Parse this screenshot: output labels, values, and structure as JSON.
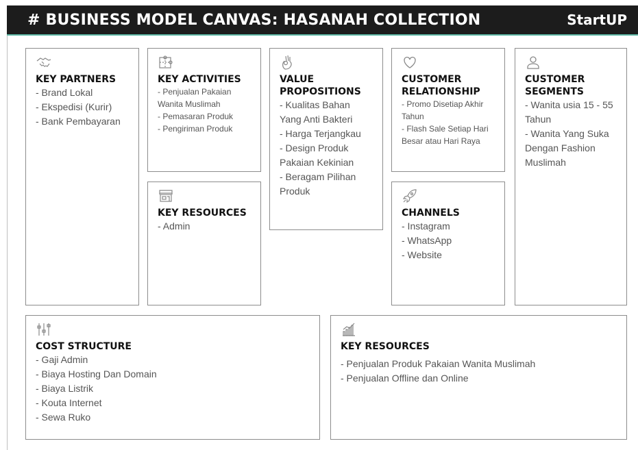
{
  "header": {
    "title": "# BUSINESS MODEL CANVAS: HASANAH COLLECTION",
    "brand": "StartUP"
  },
  "sections": {
    "key_partners": {
      "icon": "handshake-icon",
      "title": "KEY PARTNERS",
      "items": [
        "- Brand Lokal",
        "- Ekspedisi (Kurir)",
        "- Bank Pembayaran"
      ]
    },
    "key_activities": {
      "icon": "puzzle-icon",
      "title": "KEY ACTIVITIES",
      "items": [
        "- Penjualan Pakaian Wanita Muslimah",
        "- Pemasaran Produk",
        "- Pengiriman Produk"
      ]
    },
    "key_resources": {
      "icon": "store-icon",
      "title": "KEY RESOURCES",
      "items": [
        "- Admin"
      ]
    },
    "value_propositions": {
      "icon": "hand-ok-icon",
      "title": "VALUE PROPOSITIONS",
      "items": [
        "- Kualitas Bahan Yang Anti Bakteri",
        "- Harga Terjangkau",
        "- Design Produk Pakaian Kekinian",
        "- Beragam Pilihan Produk"
      ]
    },
    "customer_relationship": {
      "icon": "heart-icon",
      "title": "CUSTOMER RELATIONSHIP",
      "items": [
        "- Promo Disetiap Akhir Tahun",
        "- Flash Sale Setiap Hari Besar atau Hari Raya"
      ]
    },
    "channels": {
      "icon": "rocket-icon",
      "title": "CHANNELS",
      "items": [
        "- Instagram",
        "- WhatsApp",
        "- Website"
      ]
    },
    "customer_segments": {
      "icon": "person-icon",
      "title": "CUSTOMER SEGMENTS",
      "items": [
        "- Wanita usia 15 - 55 Tahun",
        "- Wanita Yang Suka Dengan Fashion Muslimah"
      ]
    },
    "cost_structure": {
      "icon": "sliders-icon",
      "title": "COST STRUCTURE",
      "items": [
        "- Gaji Admin",
        "- Biaya Hosting Dan Domain",
        "- Biaya Listrik",
        "- Kouta Internet",
        "- Sewa Ruko"
      ]
    },
    "revenue": {
      "icon": "bar-chart-icon",
      "title": "KEY RESOURCES",
      "items": [
        "- Penjualan Produk Pakaian Wanita Muslimah",
        "- Penjualan Offline dan Online"
      ]
    }
  }
}
